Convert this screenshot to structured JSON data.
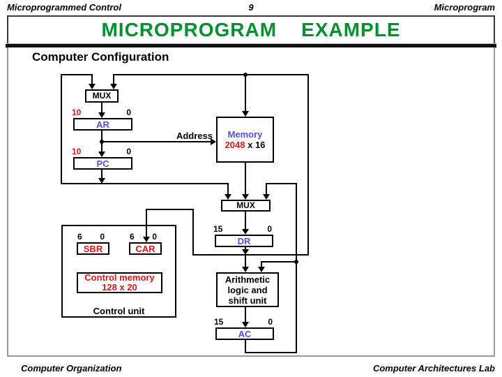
{
  "header": {
    "left": "Microprogrammed Control",
    "page_number": "9",
    "right": "Microprogram"
  },
  "title": "MICROPROGRAM    EXAMPLE",
  "section_heading": "Computer Configuration",
  "diagram": {
    "mux_top": "MUX",
    "mux_mid": "MUX",
    "ar": {
      "name": "AR",
      "hi": "10",
      "lo": "0"
    },
    "pc": {
      "name": "PC",
      "hi": "10",
      "lo": "0"
    },
    "dr": {
      "name": "DR",
      "hi": "15",
      "lo": "0"
    },
    "ac": {
      "name": "AC",
      "hi": "15",
      "lo": "0"
    },
    "memory": {
      "name": "Memory",
      "size": "2048",
      "word": " x 16"
    },
    "address_label": "Address",
    "alu": {
      "l1": "Arithmetic",
      "l2": "logic and",
      "l3": "shift unit"
    },
    "sbr": {
      "name": "SBR",
      "hi": "6",
      "lo": "0"
    },
    "car": {
      "name": "CAR",
      "hi": "6",
      "lo": "0"
    },
    "control_memory": {
      "l1": "Control memory",
      "l2": "128 x 20"
    },
    "control_unit_caption": "Control unit"
  },
  "footer": {
    "left": "Computer Organization",
    "right": "Computer Architectures Lab"
  },
  "colors": {
    "title_green": "#009030",
    "register_blue": "#5050d8",
    "highlight_red": "#d21919"
  }
}
